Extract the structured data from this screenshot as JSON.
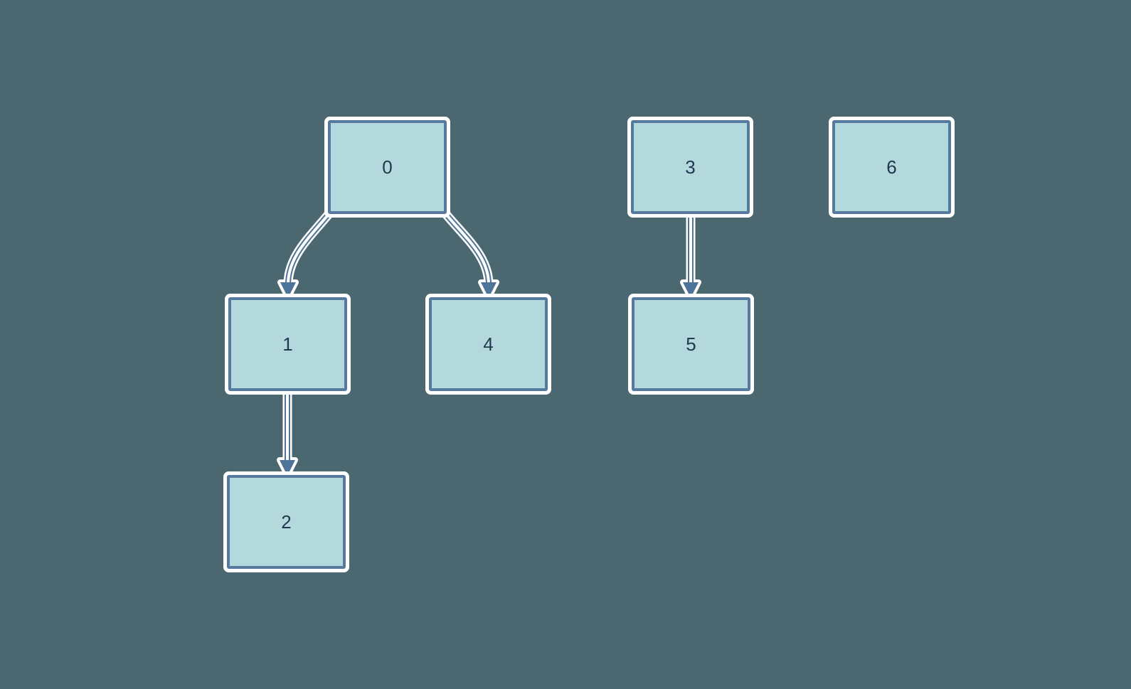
{
  "diagram": {
    "type": "directed-graph",
    "colors": {
      "background": "#4b6770",
      "node_fill": "#b3d9dd",
      "node_border": "#56799e",
      "edge": "#4e7599",
      "outline": "#ffffff",
      "label": "#22384f"
    },
    "nodes": [
      {
        "id": "0",
        "label": "0"
      },
      {
        "id": "1",
        "label": "1"
      },
      {
        "id": "2",
        "label": "2"
      },
      {
        "id": "3",
        "label": "3"
      },
      {
        "id": "4",
        "label": "4"
      },
      {
        "id": "5",
        "label": "5"
      },
      {
        "id": "6",
        "label": "6"
      }
    ],
    "edges": [
      {
        "from": "0",
        "to": "1"
      },
      {
        "from": "0",
        "to": "4"
      },
      {
        "from": "1",
        "to": "2"
      },
      {
        "from": "3",
        "to": "5"
      }
    ]
  }
}
